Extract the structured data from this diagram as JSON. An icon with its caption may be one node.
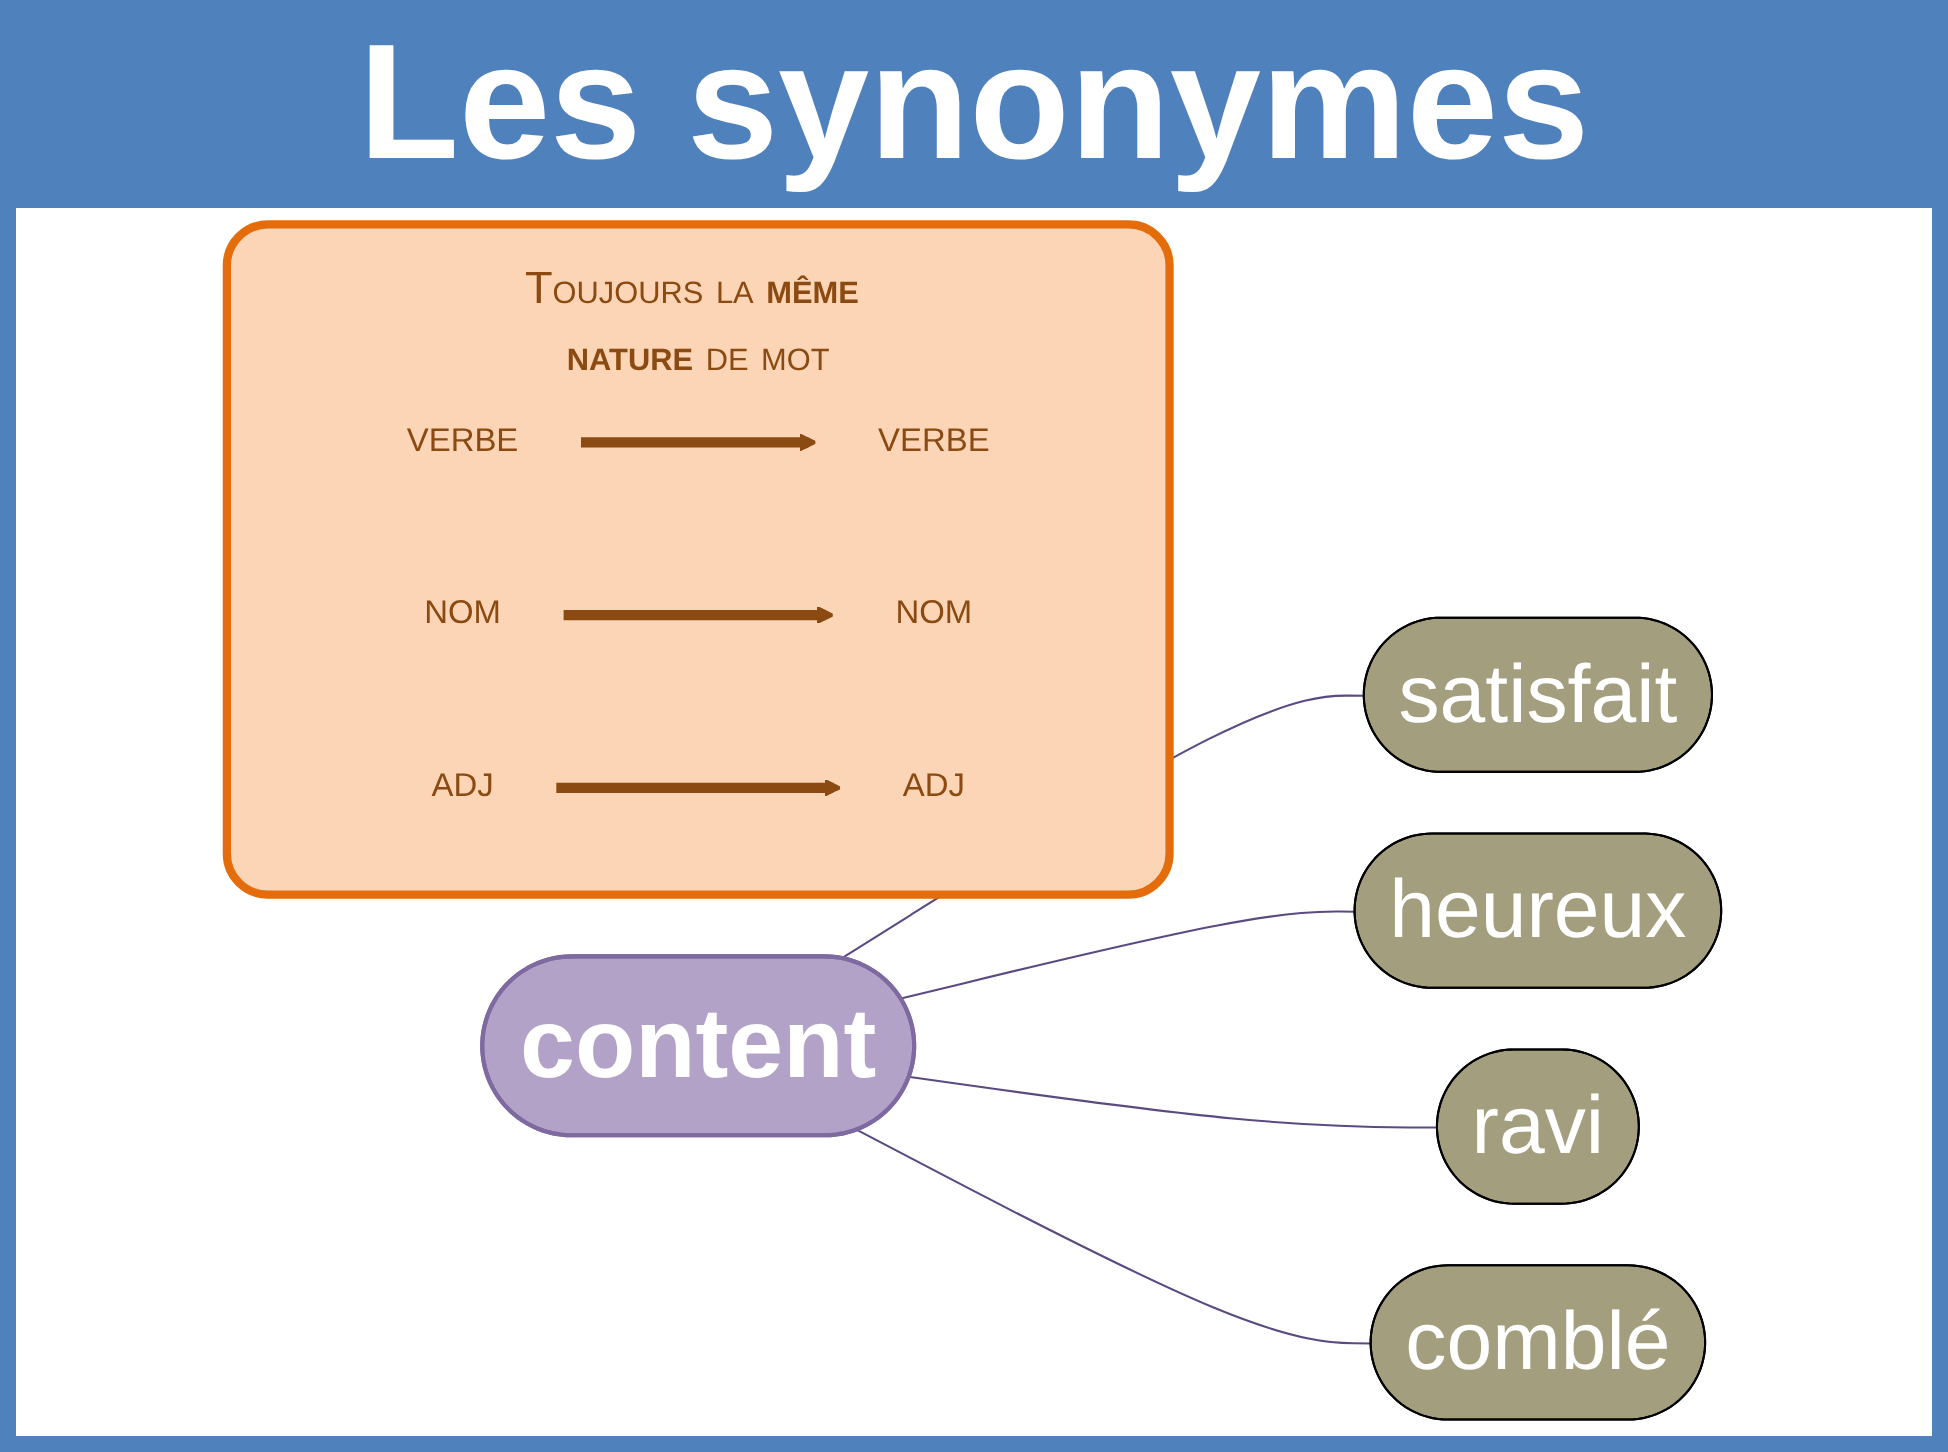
{
  "diagram": {
    "title": "Les synonymes",
    "nodes": [
      {
        "text": [
          "satisfait"
        ]
      },
      {
        "text": [
          "heureux"
        ]
      },
      {
        "text": [
          "content"
        ]
      },
      {
        "text": [
          "ravi"
        ]
      },
      {
        "text": [
          "comblé"
        ]
      },
      {
        "text": [
          "Toujours la **même nature** de mot"
        ]
      },
      {
        "text": [
          "VERBE"
        ],
        "in": 5
      },
      {
        "text": [
          "VERBE"
        ],
        "in": 5
      },
      {
        "text": [
          "NOM"
        ],
        "in": 5
      },
      {
        "text": [
          "NOM"
        ],
        "in": 5
      },
      {
        "text": [
          "ADJ"
        ],
        "in": 5
      },
      {
        "text": [
          "ADJ"
        ],
        "in": 5
      }
    ],
    "edges": [
      {
        "from": 2,
        "to": 0,
        "arrow": "none",
        "color": "#5b4a82"
      },
      {
        "from": 2,
        "to": 1,
        "arrow": "none",
        "color": "#5b4a82"
      },
      {
        "from": 2,
        "to": 3,
        "arrow": "none",
        "color": "#5b4a82"
      },
      {
        "from": 2,
        "to": 4,
        "arrow": "none",
        "color": "#5b4a82"
      },
      {
        "from": 6,
        "to": 7,
        "arrow": "to",
        "style": "thick",
        "color": "#8a4a12"
      },
      {
        "from": 8,
        "to": 9,
        "arrow": "to",
        "style": "thick",
        "color": "#8a4a12"
      },
      {
        "from": 10,
        "to": 11,
        "arrow": "to",
        "style": "thick",
        "color": "#8a4a12"
      }
    ]
  }
}
